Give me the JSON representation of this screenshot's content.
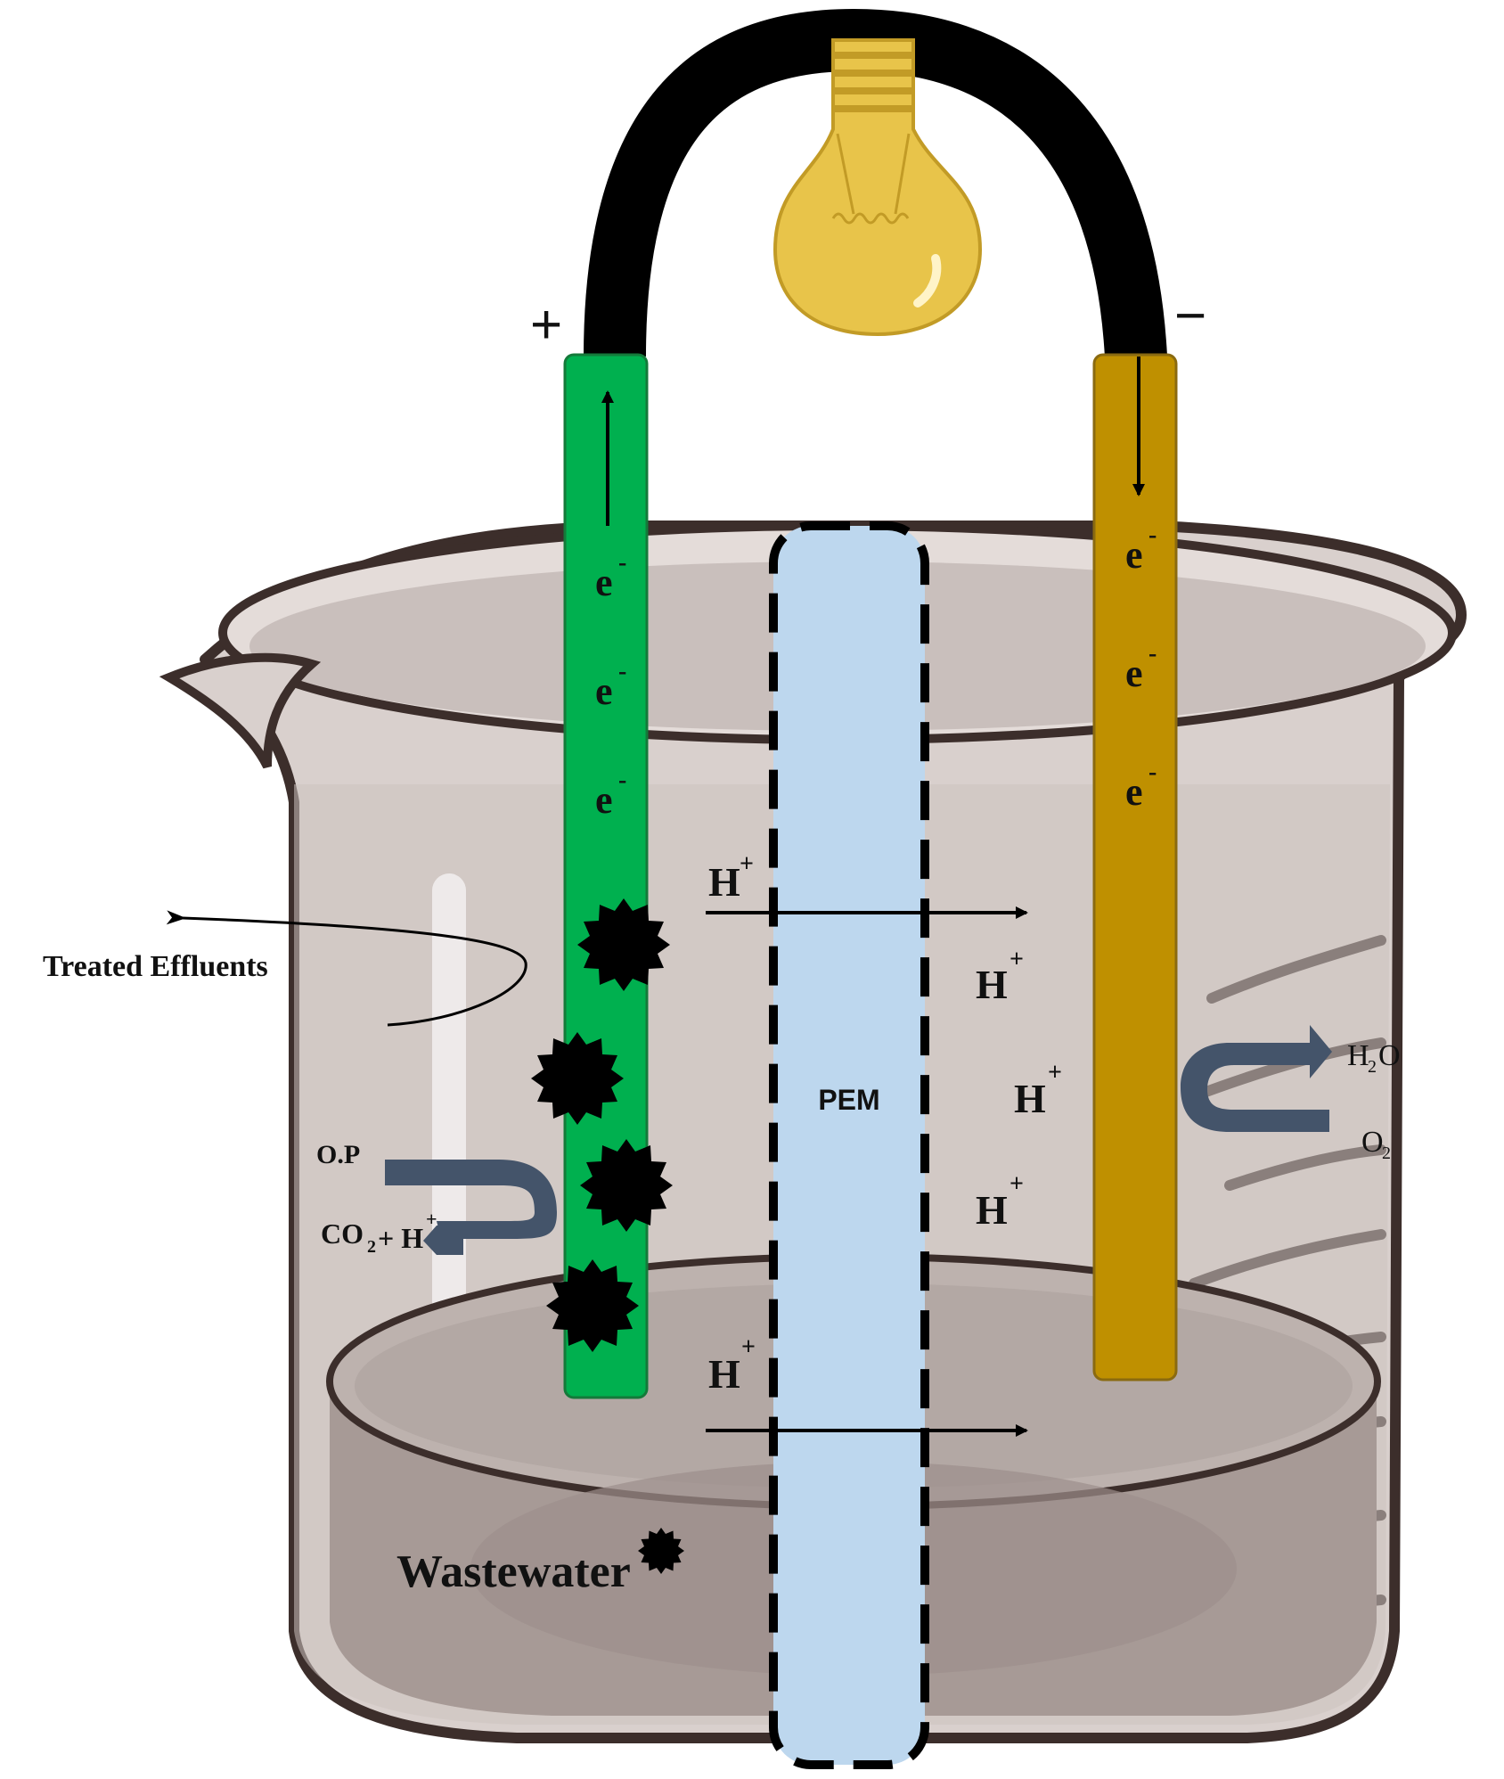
{
  "diagram": {
    "polarity": {
      "positive": "+",
      "negative": "−"
    },
    "membrane_label": "PEM",
    "electron": {
      "base": "e",
      "sup": "-"
    },
    "proton": {
      "base": "H",
      "sup": "+"
    },
    "anode_reaction": {
      "input": "O.P",
      "output_a": "CO",
      "output_sub": "2",
      "output_b": "+ H",
      "output_sup": "+"
    },
    "cathode_reaction": {
      "output_a": "H",
      "output_sub": "2",
      "output_b": "O",
      "input_a": "O",
      "input_sub": "2"
    },
    "effluent_label": "Treated Effluents",
    "wastewater_label": "Wastewater",
    "colors": {
      "anode": "#00b04f",
      "cathode": "#bf9000",
      "membrane": "#bdd7ee",
      "wire": "#000000",
      "bulb": "#e8c44a",
      "beaker": "#c9bfbc",
      "liquid": "#a79a96",
      "bacteria": "#000000",
      "reaction_arrow": "#44546a"
    }
  }
}
